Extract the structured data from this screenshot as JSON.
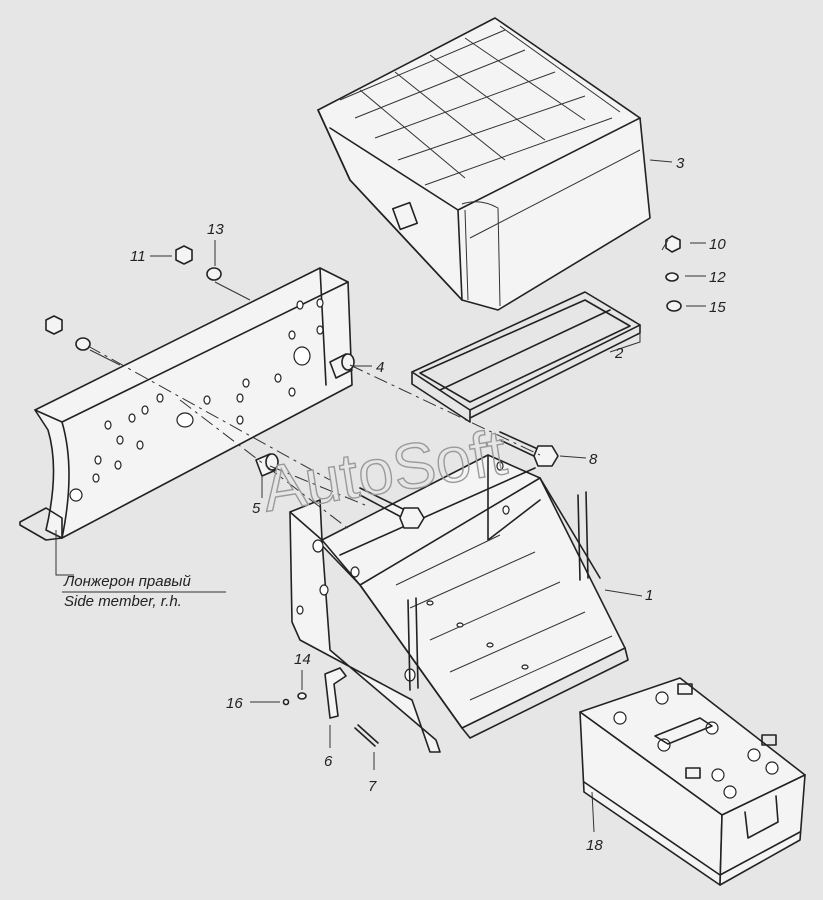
{
  "watermark": "AutoSoft",
  "caption": {
    "line1": "Лонжерон правый",
    "line2": "Side member, r.h."
  },
  "callouts": [
    "1",
    "2",
    "3",
    "4",
    "5",
    "6",
    "7",
    "8",
    "10",
    "11",
    "12",
    "13",
    "14",
    "15",
    "16",
    "18"
  ]
}
